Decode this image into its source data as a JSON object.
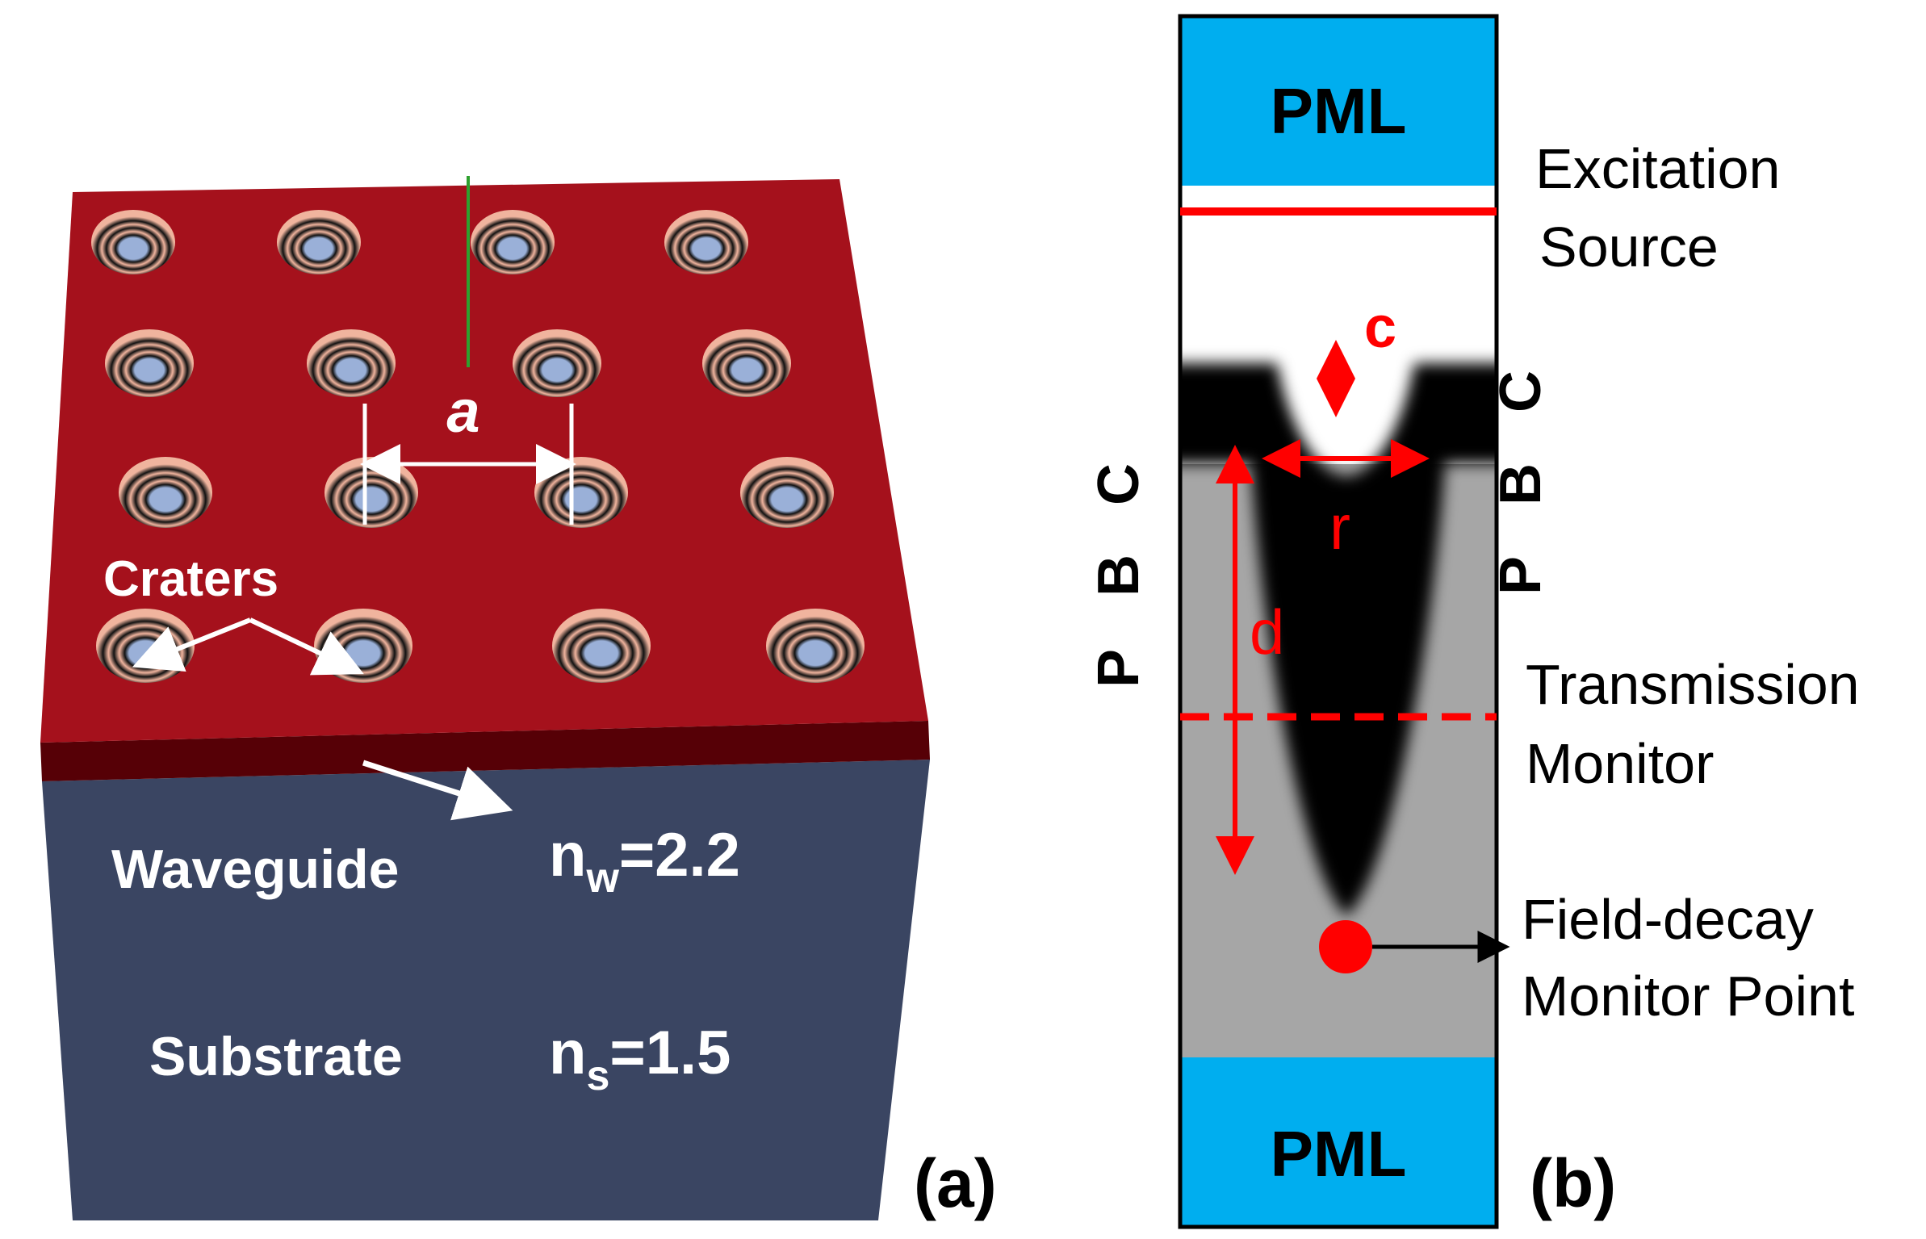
{
  "panel_a": {
    "lattice_label": "a",
    "craters_label": "Craters",
    "waveguide_label": "Waveguide",
    "waveguide_index": {
      "symbol": "n",
      "subscript": "w",
      "value": "=2.2"
    },
    "substrate_label": "Substrate",
    "substrate_index": {
      "symbol": "n",
      "subscript": "s",
      "value": "=1.5"
    },
    "panel_label": "(a)",
    "colors": {
      "top_face": "#a5111c",
      "edge_band": "#560006",
      "substrate": "#3a4562",
      "crater_rim": "#f0b49e",
      "crater_center": "#9ab0d8"
    }
  },
  "panel_b": {
    "pml_top": "PML",
    "pml_bottom": "PML",
    "excitation_line1": "Excitation",
    "excitation_line2": "Source",
    "pbc_left": [
      "P",
      "B",
      "C"
    ],
    "pbc_right": [
      "P",
      "B",
      "C"
    ],
    "dim_c": "c",
    "dim_r": "r",
    "dim_d": "d",
    "transmission_line1": "Transmission",
    "transmission_line2": "Monitor",
    "field_decay_line1": "Field-decay",
    "field_decay_line2": "Monitor Point",
    "panel_label": "(b)",
    "colors": {
      "pml": "#00aeef",
      "marker": "#ff0000",
      "cladding": "#a6a6a6",
      "core": "#000000"
    }
  }
}
